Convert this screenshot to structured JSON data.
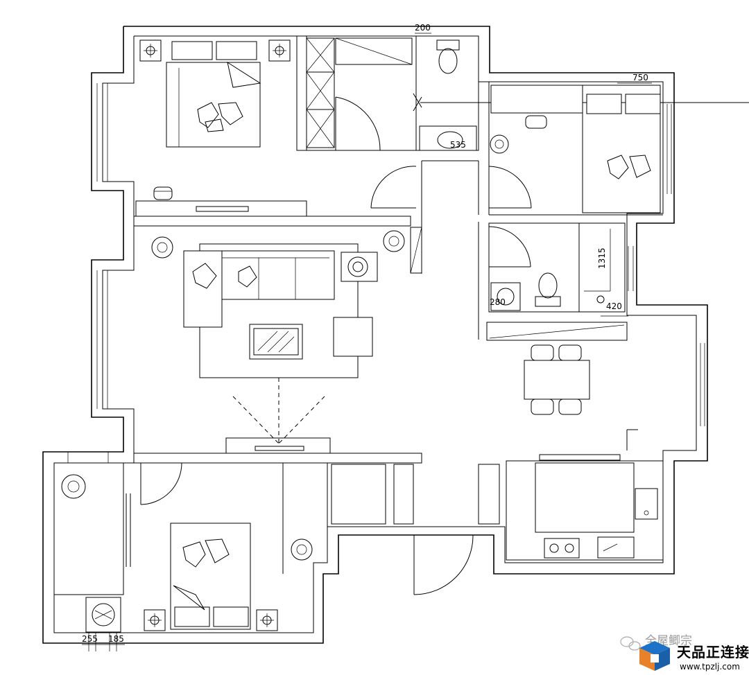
{
  "dimensions": {
    "d200": "200",
    "d750": "750",
    "d535": "535",
    "d1315": "1315",
    "d280": "280",
    "d420": "420",
    "d255": "255",
    "d185": "185"
  },
  "watermark": {
    "faint_text": "全屋鲫宗",
    "brand": "天品正连接",
    "url": "www.tpzlj.com"
  },
  "colors": {
    "line": "#000000",
    "background": "#ffffff",
    "logo_orange": "#e8822a",
    "logo_blue": "#1e73c8"
  }
}
